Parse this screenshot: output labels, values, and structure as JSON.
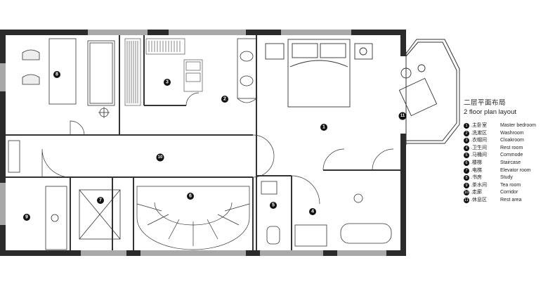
{
  "legend": {
    "title_cn": "二层平面布局",
    "title_en": "2 floor plan layout",
    "items": [
      {
        "no": "1",
        "cn": ".主卧室",
        "en": "Master bedroom"
      },
      {
        "no": "2",
        "cn": ".洗漱区",
        "en": "Washroom"
      },
      {
        "no": "3",
        "cn": ".衣帽间",
        "en": "Cloakroom"
      },
      {
        "no": "4",
        "cn": ".卫生间",
        "en": "Rest room"
      },
      {
        "no": "5",
        "cn": ".马桶间",
        "en": "Commode"
      },
      {
        "no": "6",
        "cn": ".楼梯",
        "en": "Staircase"
      },
      {
        "no": "7",
        "cn": ".电梯",
        "en": "Elevator room"
      },
      {
        "no": "8",
        "cn": ".书房",
        "en": "Study"
      },
      {
        "no": "9",
        "cn": ".茶水间",
        "en": "Tea room"
      },
      {
        "no": "10",
        "cn": ".走廊",
        "en": "Corridor"
      },
      {
        "no": "11",
        "cn": ".休息区",
        "en": "Rest area"
      }
    ]
  },
  "plan": {
    "room_markers": [
      "1",
      "2",
      "3",
      "4",
      "5",
      "6",
      "7",
      "8",
      "9",
      "10",
      "11"
    ]
  },
  "colors": {
    "wall": "#2b2b2b",
    "window": "#9a9a9a",
    "line": "#333333",
    "marker": "#111111"
  }
}
